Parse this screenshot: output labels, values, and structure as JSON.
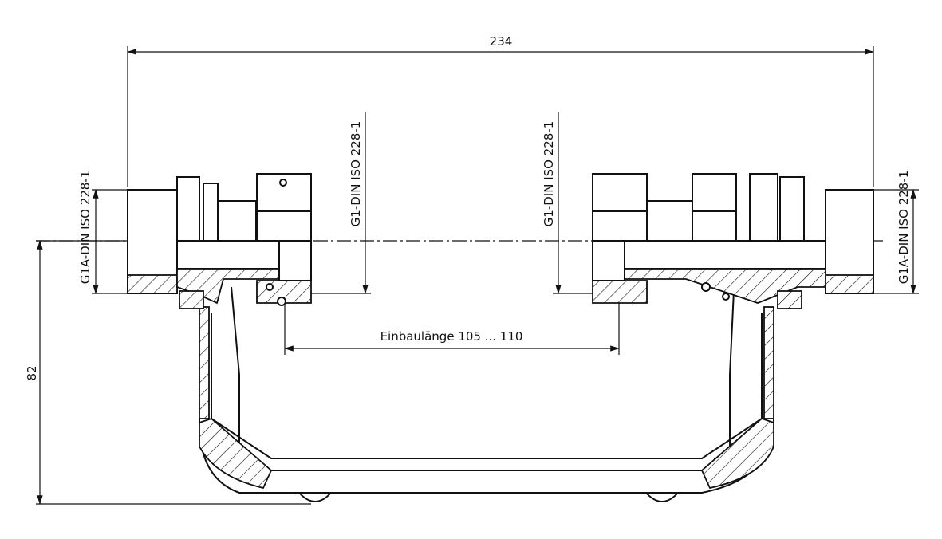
{
  "dimensions": {
    "overall_length": "234",
    "height": "82",
    "thread_outer_left": "G1A-DIN ISO 228-1",
    "thread_inner_left": "G1-DIN ISO 228-1",
    "thread_inner_right": "G1-DIN ISO 228-1",
    "thread_outer_right": "G1A-DIN ISO 228-1",
    "installation_length": "Einbaulänge 105 ... 110"
  }
}
